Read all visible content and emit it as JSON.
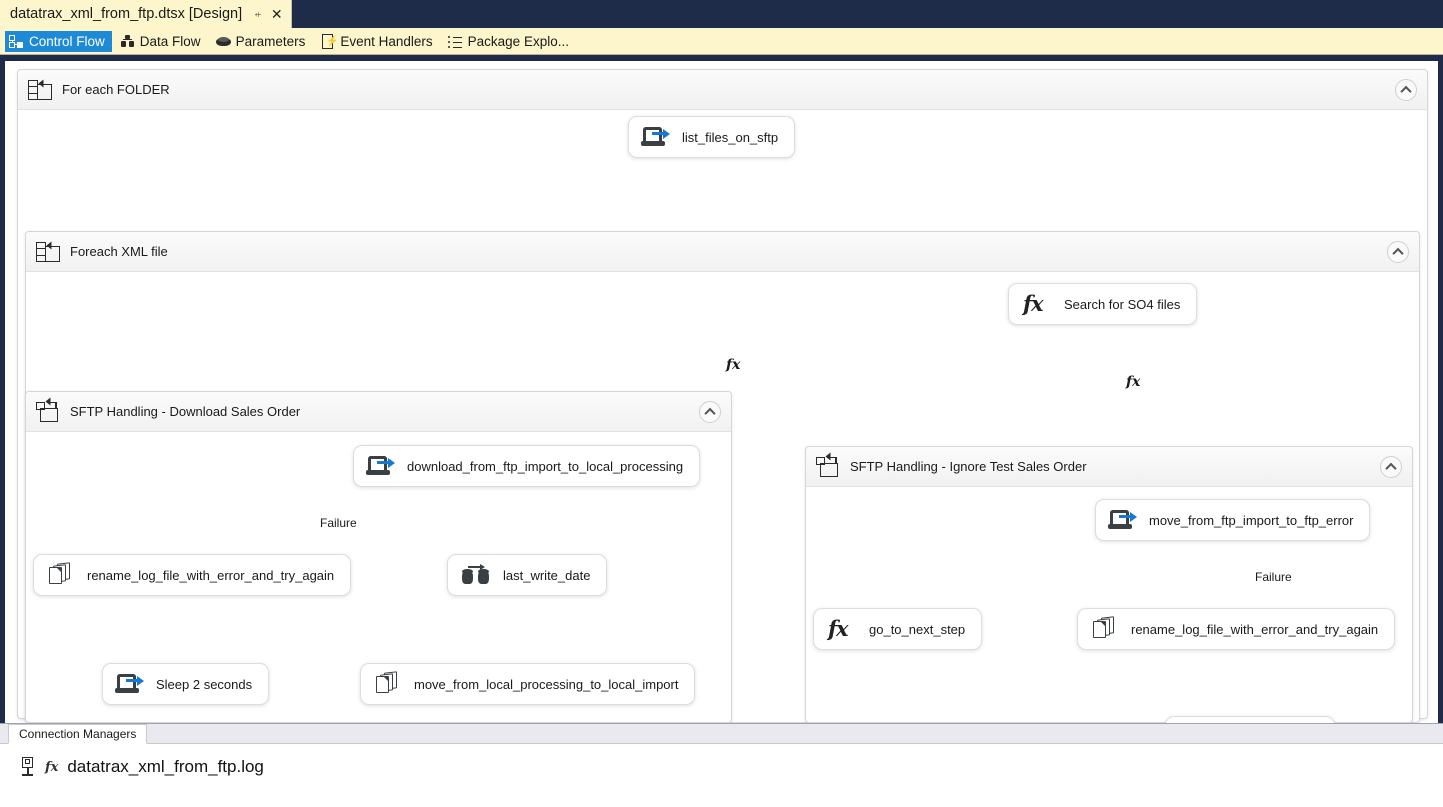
{
  "window": {
    "document_tab": {
      "title": "datatrax_xml_from_ftp.dtsx [Design]",
      "pin_icon": "pin-icon",
      "close_icon": "close-icon"
    }
  },
  "designer_tabs": [
    {
      "label": "Control Flow",
      "icon": "control-flow-icon",
      "selected": true
    },
    {
      "label": "Data Flow",
      "icon": "data-flow-icon",
      "selected": false
    },
    {
      "label": "Parameters",
      "icon": "parameters-icon",
      "selected": false
    },
    {
      "label": "Event Handlers",
      "icon": "event-handlers-icon",
      "selected": false
    },
    {
      "label": "Package Explo...",
      "icon": "package-explorer-icon",
      "selected": false
    }
  ],
  "colors": {
    "selected_tab": "#1e8ad6",
    "tab_strip_background": "#fdf6cc",
    "title_bar": "#1e2c4a",
    "success_connector": "#6abf7a",
    "failure_connector": "#d2491c",
    "canvas": "#ffffff"
  },
  "containers": [
    {
      "id": "foreach_folder",
      "label": "For each FOLDER",
      "icon": "foreach-loop-icon",
      "collapse_icon": "chevron-up-icon"
    },
    {
      "id": "foreach_xml",
      "label": "Foreach XML file",
      "icon": "foreach-loop-icon",
      "collapse_icon": "chevron-up-icon"
    },
    {
      "id": "sftp_download",
      "label": "SFTP Handling - Download Sales Order",
      "icon": "sequence-container-icon",
      "collapse_icon": "chevron-up-icon"
    },
    {
      "id": "sftp_ignore",
      "label": "SFTP Handling - Ignore Test Sales Order",
      "icon": "sequence-container-icon",
      "collapse_icon": "chevron-up-icon"
    }
  ],
  "tasks": [
    {
      "id": "list_files_on_sftp",
      "label": "list_files_on_sftp",
      "icon": "ftp-task-icon"
    },
    {
      "id": "search_for_so4_files",
      "label": "Search for SO4 files",
      "icon": "script-task-fx-icon"
    },
    {
      "id": "download_from_ftp_import_to_local_processing",
      "label": "download_from_ftp_import_to_local_processing",
      "icon": "ftp-task-icon"
    },
    {
      "id": "rename_log_file_with_error_and_try_again_left",
      "label": "rename_log_file_with_error_and_try_again",
      "icon": "file-system-task-icon"
    },
    {
      "id": "last_write_date",
      "label": "last_write_date",
      "icon": "execute-sql-task-icon"
    },
    {
      "id": "sleep_2_seconds",
      "label": "Sleep 2 seconds",
      "icon": "ftp-task-icon"
    },
    {
      "id": "move_from_local_processing_to_local_import",
      "label": "move_from_local_processing_to_local_import",
      "icon": "file-system-task-icon"
    },
    {
      "id": "move_from_ftp_import_to_ftp_error",
      "label": "move_from_ftp_import_to_ftp_error",
      "icon": "ftp-task-icon"
    },
    {
      "id": "go_to_next_step",
      "label": "go_to_next_step",
      "icon": "script-task-fx-icon"
    },
    {
      "id": "rename_log_file_with_error_and_try_again_right",
      "label": "rename_log_file_with_error_and_try_again",
      "icon": "file-system-task-icon"
    }
  ],
  "connector_labels": [
    {
      "id": "failure_left",
      "text": "Failure"
    },
    {
      "id": "failure_right",
      "text": "Failure"
    },
    {
      "id": "fx_left",
      "text": "fx"
    },
    {
      "id": "fx_right",
      "text": "fx"
    }
  ],
  "connection_managers": {
    "tab_label": "Connection Managers",
    "items": [
      {
        "name": "datatrax_xml_from_ftp.log",
        "icon": "connection-manager-icon",
        "expression_icon": "fx-icon"
      }
    ]
  }
}
